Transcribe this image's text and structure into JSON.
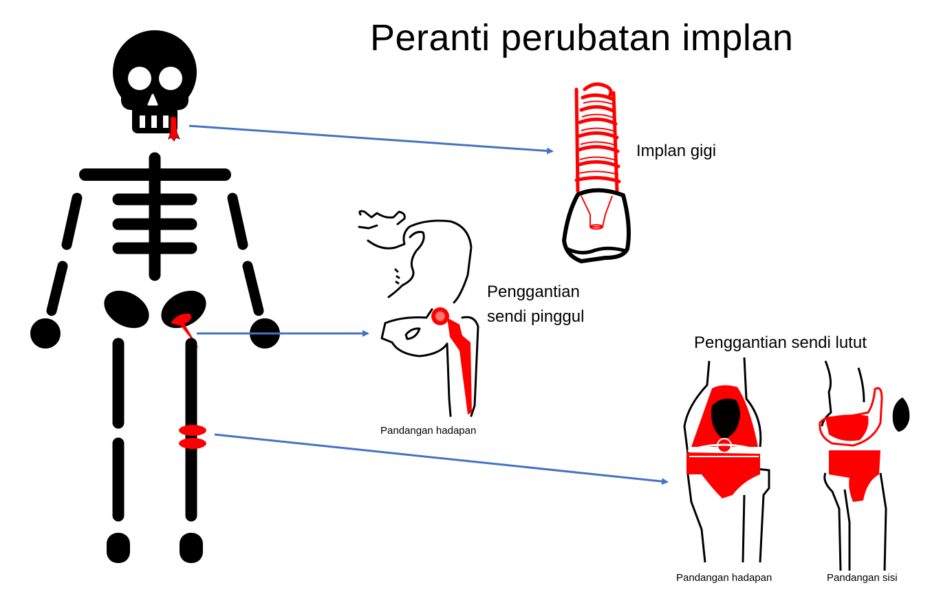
{
  "title": "Peranti perubatan implan",
  "colors": {
    "implant_red": "#ff0000",
    "bone_black": "#000000",
    "arrow_blue": "#4472c4",
    "background": "#ffffff"
  },
  "skeleton": {
    "highlighted_sites": [
      "tooth",
      "hip",
      "knee"
    ]
  },
  "callouts": [
    {
      "id": "dental",
      "label": "Implan gigi",
      "source": "tooth",
      "target": "dental-implant-drawing"
    },
    {
      "id": "hip",
      "label_line1": "Penggantian",
      "label_line2": "sendi pinggul",
      "caption": "Pandangan hadapan",
      "source": "hip",
      "target": "hip-replacement-drawing"
    },
    {
      "id": "knee",
      "label": "Penggantian sendi lutut",
      "caption_front": "Pandangan hadapan",
      "caption_side": "Pandangan sisi",
      "source": "knee",
      "target": "knee-replacement-drawings"
    }
  ]
}
